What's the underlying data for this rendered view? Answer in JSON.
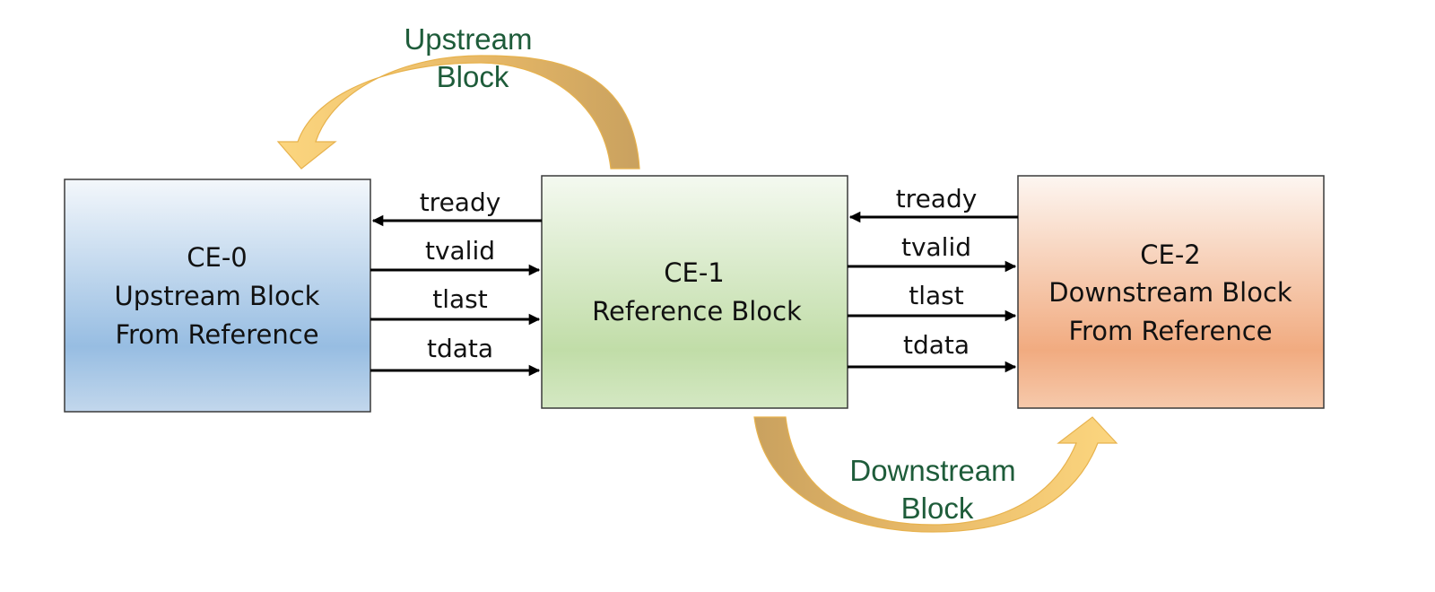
{
  "colors": {
    "curve_label": "#1e5c3a",
    "curved_arrow_light": "#fcd67f",
    "curved_arrow_dark": "#c9a15f",
    "upstream_block_fill": "#a7c5e3",
    "reference_block_fill": "#c8e0b2",
    "downstream_block_fill": "#f2b088"
  },
  "blocks": {
    "ce0": {
      "id": "CE-0",
      "line2": "Upstream Block",
      "line3": "From Reference"
    },
    "ce1": {
      "id": "CE-1",
      "line2": "Reference Block"
    },
    "ce2": {
      "id": "CE-2",
      "line2": "Downstream Block",
      "line3": "From Reference"
    }
  },
  "signals_left": [
    "tready",
    "tvalid",
    "tlast",
    "tdata"
  ],
  "signals_right": [
    "tready",
    "tvalid",
    "tlast",
    "tdata"
  ],
  "curves": {
    "upstream": {
      "line1": "Upstream",
      "line2": "Block"
    },
    "downstream": {
      "line1": "Downstream",
      "line2": "Block"
    }
  }
}
